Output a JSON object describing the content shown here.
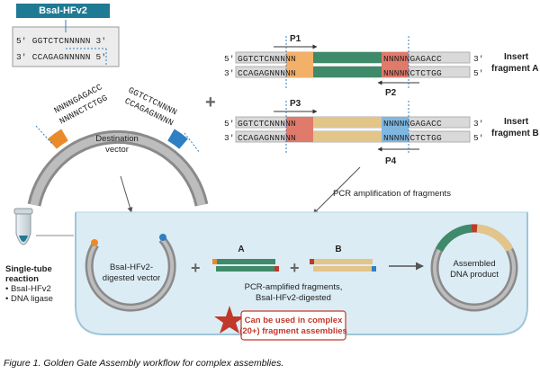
{
  "enzyme_label": "BsaI-HFv2",
  "recognition_site": {
    "top": "5′ GGTCTCNNNNN 3′",
    "bottom": "3′ CCAGAGNNNNN 5′"
  },
  "destination_vector": {
    "label_line1": "Destination",
    "label_line2": "vector",
    "seq_left_top": "NNNNGAGACC",
    "seq_left_bottom": "NNNNCTCTGG",
    "seq_right_top": "GGTCTCNNNN",
    "seq_right_bottom": "CCAGAGNNNN"
  },
  "insert_a": {
    "label_line1": "Insert",
    "label_line2": "fragment A",
    "top": {
      "five": "5′",
      "left": "GGTCTCNNNNN",
      "right": "NNNNNGAGACC",
      "three": "3′"
    },
    "bottom": {
      "three": "3′",
      "left": "CCAGAGNNNNN",
      "right": "NNNNNCTCTGG",
      "five": "5′"
    },
    "primer_fwd": "P1",
    "primer_rev": "P2"
  },
  "insert_b": {
    "label_line1": "Insert",
    "label_line2": "fragment B",
    "top": {
      "five": "5′",
      "left": "GGTCTCNNNNN",
      "right": "NNNNNGAGACC",
      "three": "3′"
    },
    "bottom": {
      "three": "3′",
      "left": "CCAGAGNNNNN",
      "right": "NNNNNCTCTGG",
      "five": "5′"
    },
    "primer_fwd": "P3",
    "primer_rev": "P4"
  },
  "pcr_label": "PCR amplification of fragments",
  "reaction": {
    "title_line1": "Single-tube",
    "title_line2": "reaction",
    "components": [
      "• BsaI-HFv2",
      "• DNA ligase"
    ]
  },
  "digested_vector": {
    "line1": "BsaI-HFv2-",
    "line2": "digested vector"
  },
  "fragment_a_label": "A",
  "fragment_b_label": "B",
  "pcr_fragments": {
    "line1": "PCR-amplified fragments,",
    "line2": "BsaI-HFv2-digested"
  },
  "plus_sign": "+",
  "assembled": {
    "line1": "Assembled",
    "line2": "DNA product"
  },
  "callout": {
    "line1": "Can be used in complex",
    "line2": "(20+) fragment assemblies"
  },
  "caption": "Figure 1. Golden Gate Assembly workflow for complex assemblies.",
  "colors": {
    "teal": "#1f7a94",
    "green_fragment": "#3f8a6a",
    "tan_fragment": "#e3c58a",
    "orange": "#e98a2b",
    "red": "#c0392b",
    "blue_tick": "#2f7fc2",
    "tub_fill": "#dcecf4",
    "tub_stroke": "#9ec6d8",
    "callout_star": "#c0392b"
  }
}
